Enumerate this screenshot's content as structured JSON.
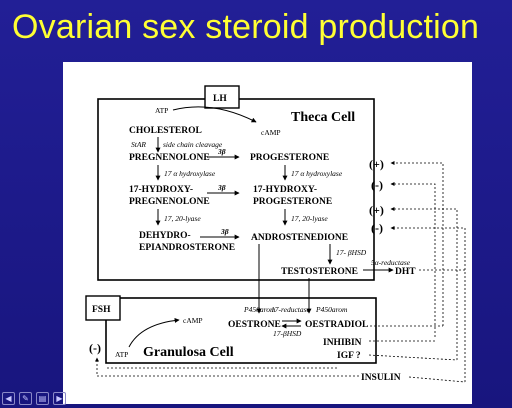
{
  "slide": {
    "title": "Ovarian sex steroid production"
  },
  "diagram": {
    "lh_box": "LH",
    "fsh_box": "FSH",
    "theca_label": "Theca Cell",
    "granulosa_label": "Granulosa Cell",
    "atp_theca": "ATP",
    "camp_theca": "cAMP",
    "atp_granulosa": "ATP",
    "camp_granulosa": "cAMP",
    "cholesterol": "CHOLESTEROL",
    "star": "StAR",
    "side_chain": "side chain cleavage",
    "pregnenolone": "PREGNENOLONE",
    "progesterone": "PROGESTERONE",
    "step_3b_1": "3β",
    "step_3b_2": "3β",
    "step_3b_3": "3β",
    "hydroxylase_1": "17 α hydroxylase",
    "hydroxylase_2": "17 α hydroxylase",
    "oh_preg_1": "17-HYDROXY-",
    "oh_preg_2": "PREGNENOLONE",
    "oh_prog_1": "17-HYDROXY-",
    "oh_prog_2": "PROGESTERONE",
    "lyase_1": "17, 20-lyase",
    "lyase_2": "17, 20-lyase",
    "dhea_1": "DEHYDRO-",
    "dhea_2": "EPIANDROSTERONE",
    "androstenedione": "ANDROSTENEDIONE",
    "hsd_theca": "17- βHSD",
    "testosterone": "TESTOSTERONE",
    "reductase_5a": "5α-reductase",
    "dht": "DHT",
    "aromatase_1": "P450arom",
    "aromatase_2": "P450arom",
    "reductase_17": "17-reductase",
    "estrone": "OESTRONE",
    "estradiol": "OESTRADIOL",
    "hsd_gran": "17-βHSD",
    "inhibin": "INHIBIN",
    "igf": "IGF ?",
    "insulin": "INSULIN",
    "sign_plus_1": "(+)",
    "sign_minus_1": "(-)",
    "sign_plus_2": "(+)",
    "sign_minus_2": "(-)",
    "sign_minus_fsh": "(-)"
  }
}
